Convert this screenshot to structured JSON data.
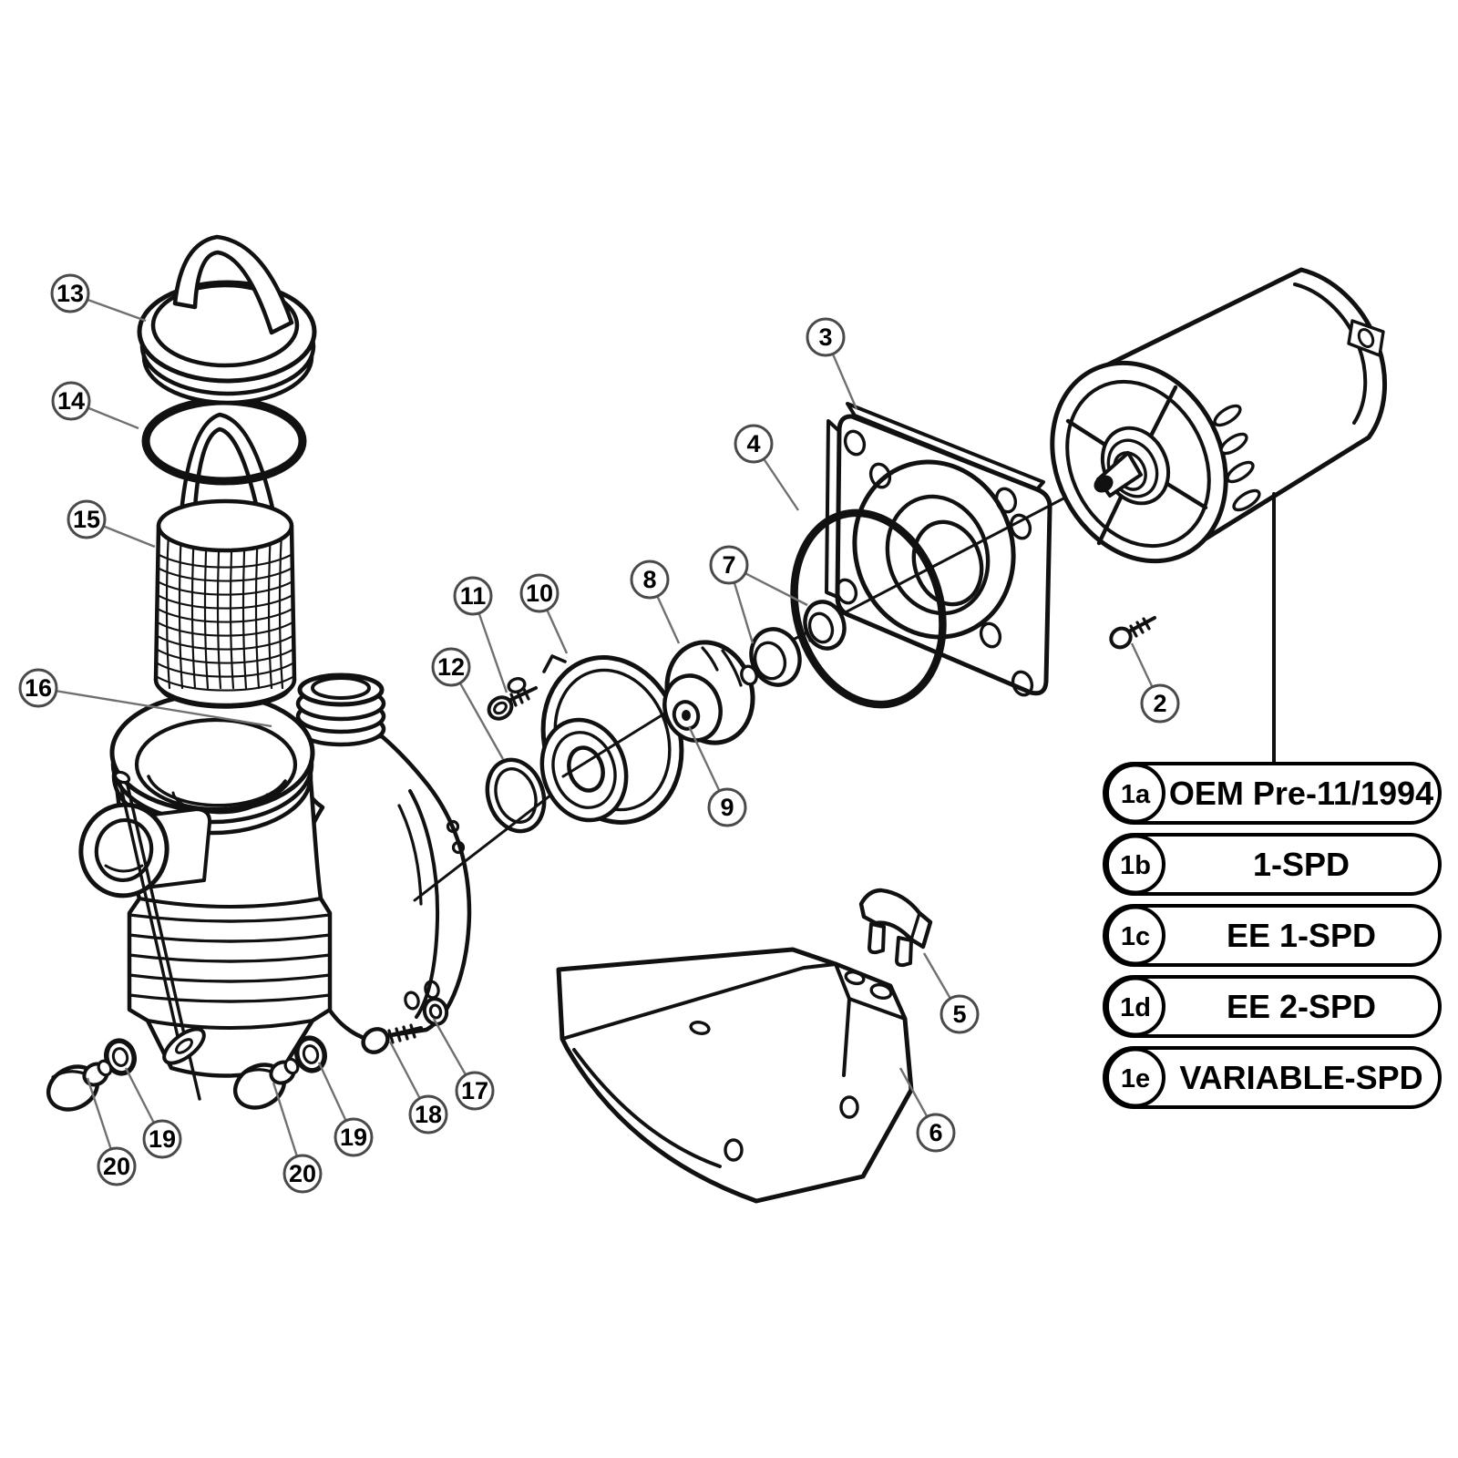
{
  "motor_variants": [
    {
      "id": "1a",
      "label": "OEM Pre-11/1994"
    },
    {
      "id": "1b",
      "label": "1-SPD"
    },
    {
      "id": "1c",
      "label": "EE 1-SPD"
    },
    {
      "id": "1d",
      "label": "EE 2-SPD"
    },
    {
      "id": "1e",
      "label": "VARIABLE-SPD"
    }
  ],
  "callouts": [
    {
      "num": "13"
    },
    {
      "num": "14"
    },
    {
      "num": "15"
    },
    {
      "num": "16"
    },
    {
      "num": "3"
    },
    {
      "num": "4"
    },
    {
      "num": "2"
    },
    {
      "num": "11"
    },
    {
      "num": "10"
    },
    {
      "num": "8"
    },
    {
      "num": "7"
    },
    {
      "num": "12"
    },
    {
      "num": "9"
    },
    {
      "num": "5"
    },
    {
      "num": "6"
    },
    {
      "num": "17"
    },
    {
      "num": "18"
    },
    {
      "num": "19"
    },
    {
      "num": "20"
    },
    {
      "num": "19"
    },
    {
      "num": "20"
    }
  ]
}
